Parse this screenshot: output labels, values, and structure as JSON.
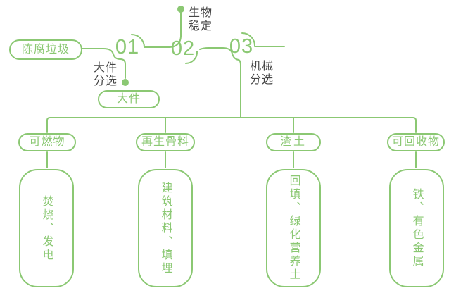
{
  "colors": {
    "accent_green": "#8bc873",
    "label_dark": "#454545",
    "background": "#ffffff"
  },
  "diagram": {
    "source": {
      "label": "陈腐垃圾"
    },
    "timeline": {
      "steps": [
        {
          "number": "01",
          "branch_label": "大件\n分选",
          "branch_output": "大件"
        },
        {
          "number": "02",
          "branch_label": "生物\n稳定"
        },
        {
          "number": "03",
          "branch_label": "机械\n分选"
        }
      ]
    },
    "outputs": [
      {
        "category": "可燃物",
        "detail": "焚烧、发电"
      },
      {
        "category": "再生骨料",
        "detail": "建筑材料、填埋"
      },
      {
        "category": "渣土",
        "detail": "回填、绿化营养土"
      },
      {
        "category": "可回收物",
        "detail": "铁、有色金属"
      }
    ]
  }
}
